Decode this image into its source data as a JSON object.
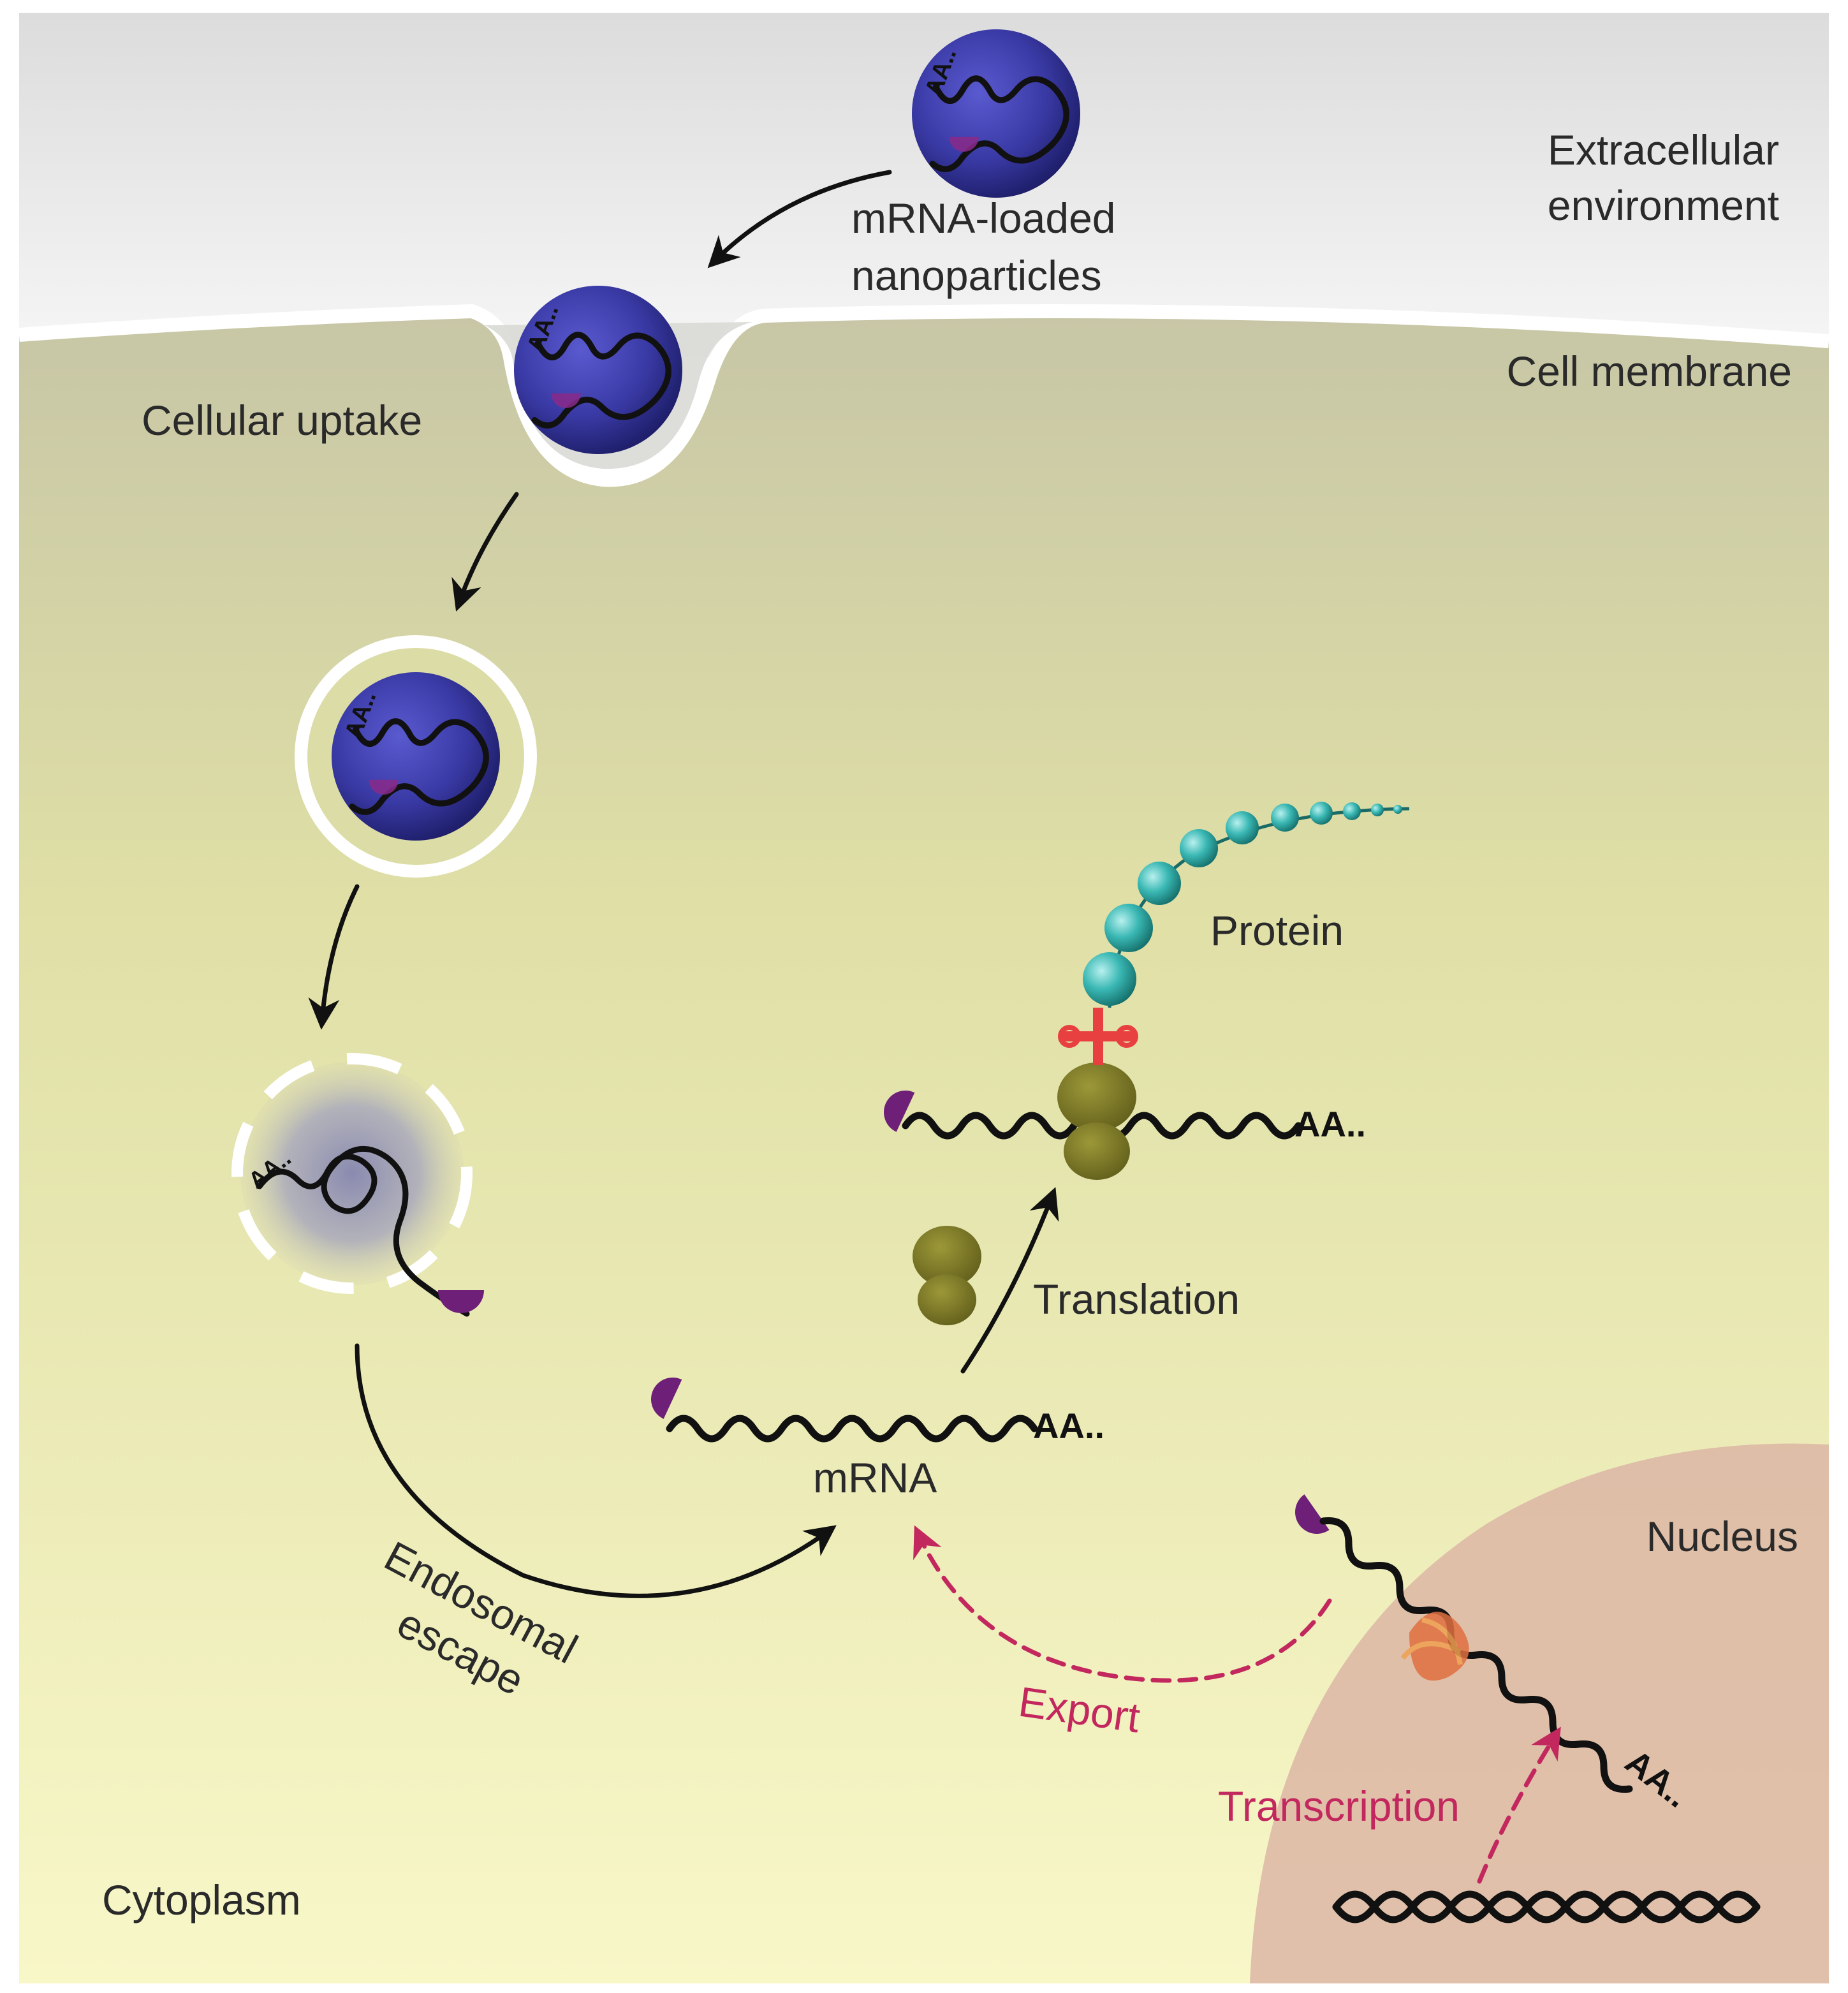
{
  "labels": {
    "extracellular_line1": "Extracellular",
    "extracellular_line2": "environment",
    "nanoparticles_line1": "mRNA-loaded",
    "nanoparticles_line2": "nanoparticles",
    "cell_membrane": "Cell membrane",
    "cellular_uptake": "Cellular uptake",
    "protein": "Protein",
    "translation": "Translation",
    "mrna": "mRNA",
    "endosomal_line1": "Endosomal",
    "endosomal_line2": "escape",
    "export": "Export",
    "nucleus": "Nucleus",
    "transcription": "Transcription",
    "cytoplasm": "Cytoplasm"
  },
  "polya_tail": "AA..",
  "colors": {
    "nanoparticle": "#34349a",
    "cap": "#6e1f78",
    "ribosome": "#7d7a28",
    "protein_bead": "#2aa8a8",
    "trna": "#e84040",
    "export_arrow": "#c2285e",
    "nucleus": "#dcb6a4",
    "cytoplasm_top": "#c9c8a6",
    "cytoplasm_bottom": "#f7f6c6",
    "extracellular": "#ebebeb"
  }
}
